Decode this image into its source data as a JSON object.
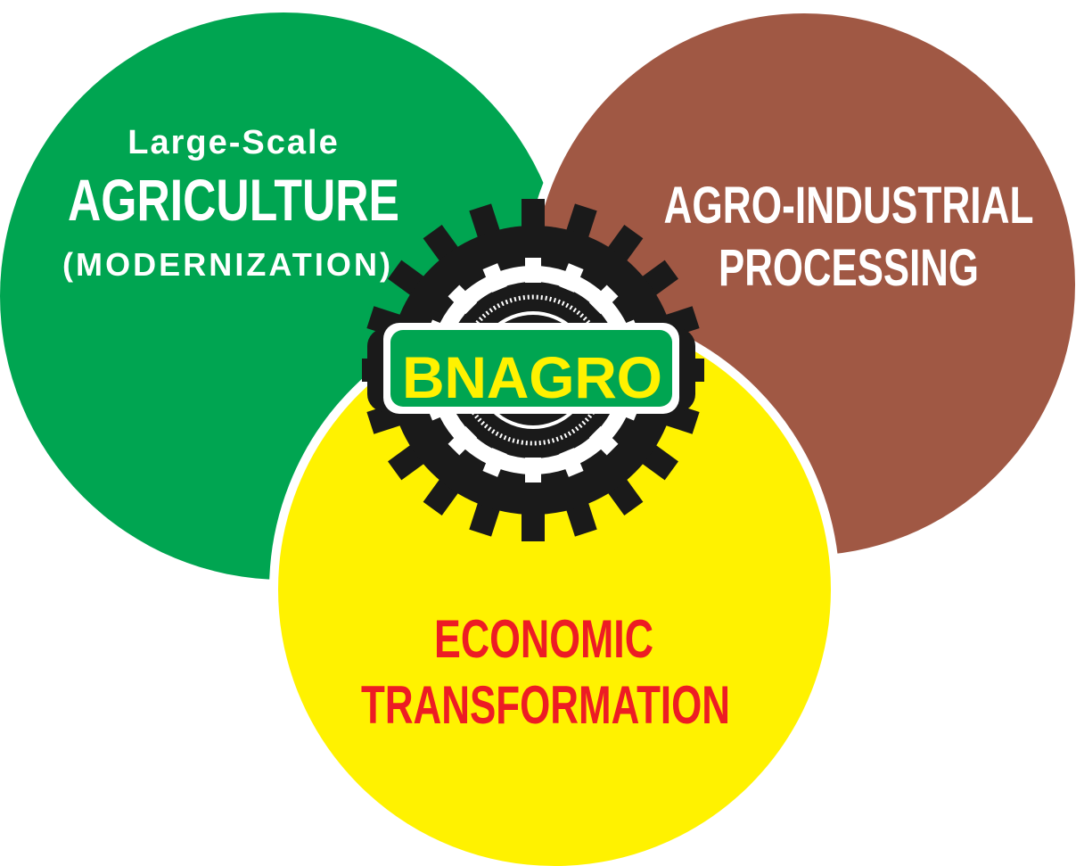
{
  "colors": {
    "agriculture": "#00A551",
    "processing": "#A05844",
    "economic": "#FFF200",
    "economic_text": "#ED1C24",
    "white_text": "#FFFFFF",
    "logo_gear": "#1A1A1A",
    "logo_badge": "#00A551",
    "logo_text": "#FFF200"
  },
  "agriculture": {
    "line1": "Large-Scale",
    "line2": "AGRICULTURE",
    "line3": "(MODERNIZATION)"
  },
  "processing": {
    "line1": "AGRO-INDUSTRIAL",
    "line2": "PROCESSING"
  },
  "economic": {
    "line1": "ECONOMIC",
    "line2": "TRANSFORMATION"
  },
  "logo": {
    "text": "BNAGRO",
    "icon": "gear-icon"
  }
}
